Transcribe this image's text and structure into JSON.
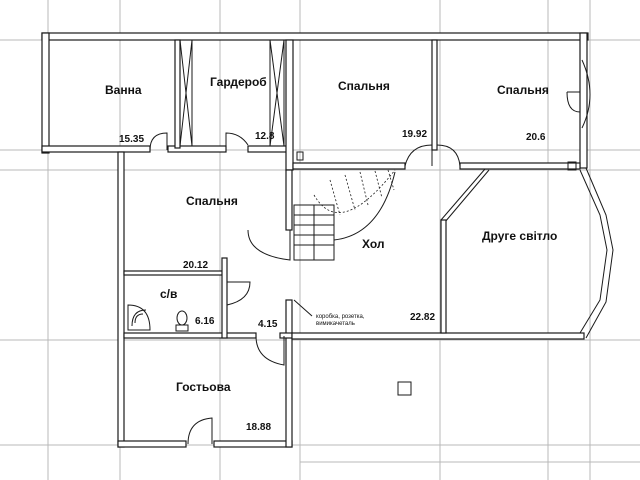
{
  "rooms": {
    "vanna": {
      "name": "Ванна",
      "area": "15.35"
    },
    "garderob": {
      "name": "Гардероб",
      "area": "12.8"
    },
    "spalnia1": {
      "name": "Спальня",
      "area": "19.92"
    },
    "spalnia2": {
      "name": "Спальня",
      "area": "20.6"
    },
    "spalnia3": {
      "name": "Спальня",
      "area": "20.12"
    },
    "hol": {
      "name": "Хол",
      "area": "22.82"
    },
    "svitlo": {
      "name": "Друге світло",
      "area": ""
    },
    "sanuzol": {
      "name": "с/в",
      "area": "6.16"
    },
    "corridor": {
      "name": "",
      "area": "4.15"
    },
    "gostova": {
      "name": "Гостьова",
      "area": "18.88"
    }
  },
  "notes": {
    "wiring_line1": "коробка, розетка,",
    "wiring_line2": "вимикачеталь"
  }
}
